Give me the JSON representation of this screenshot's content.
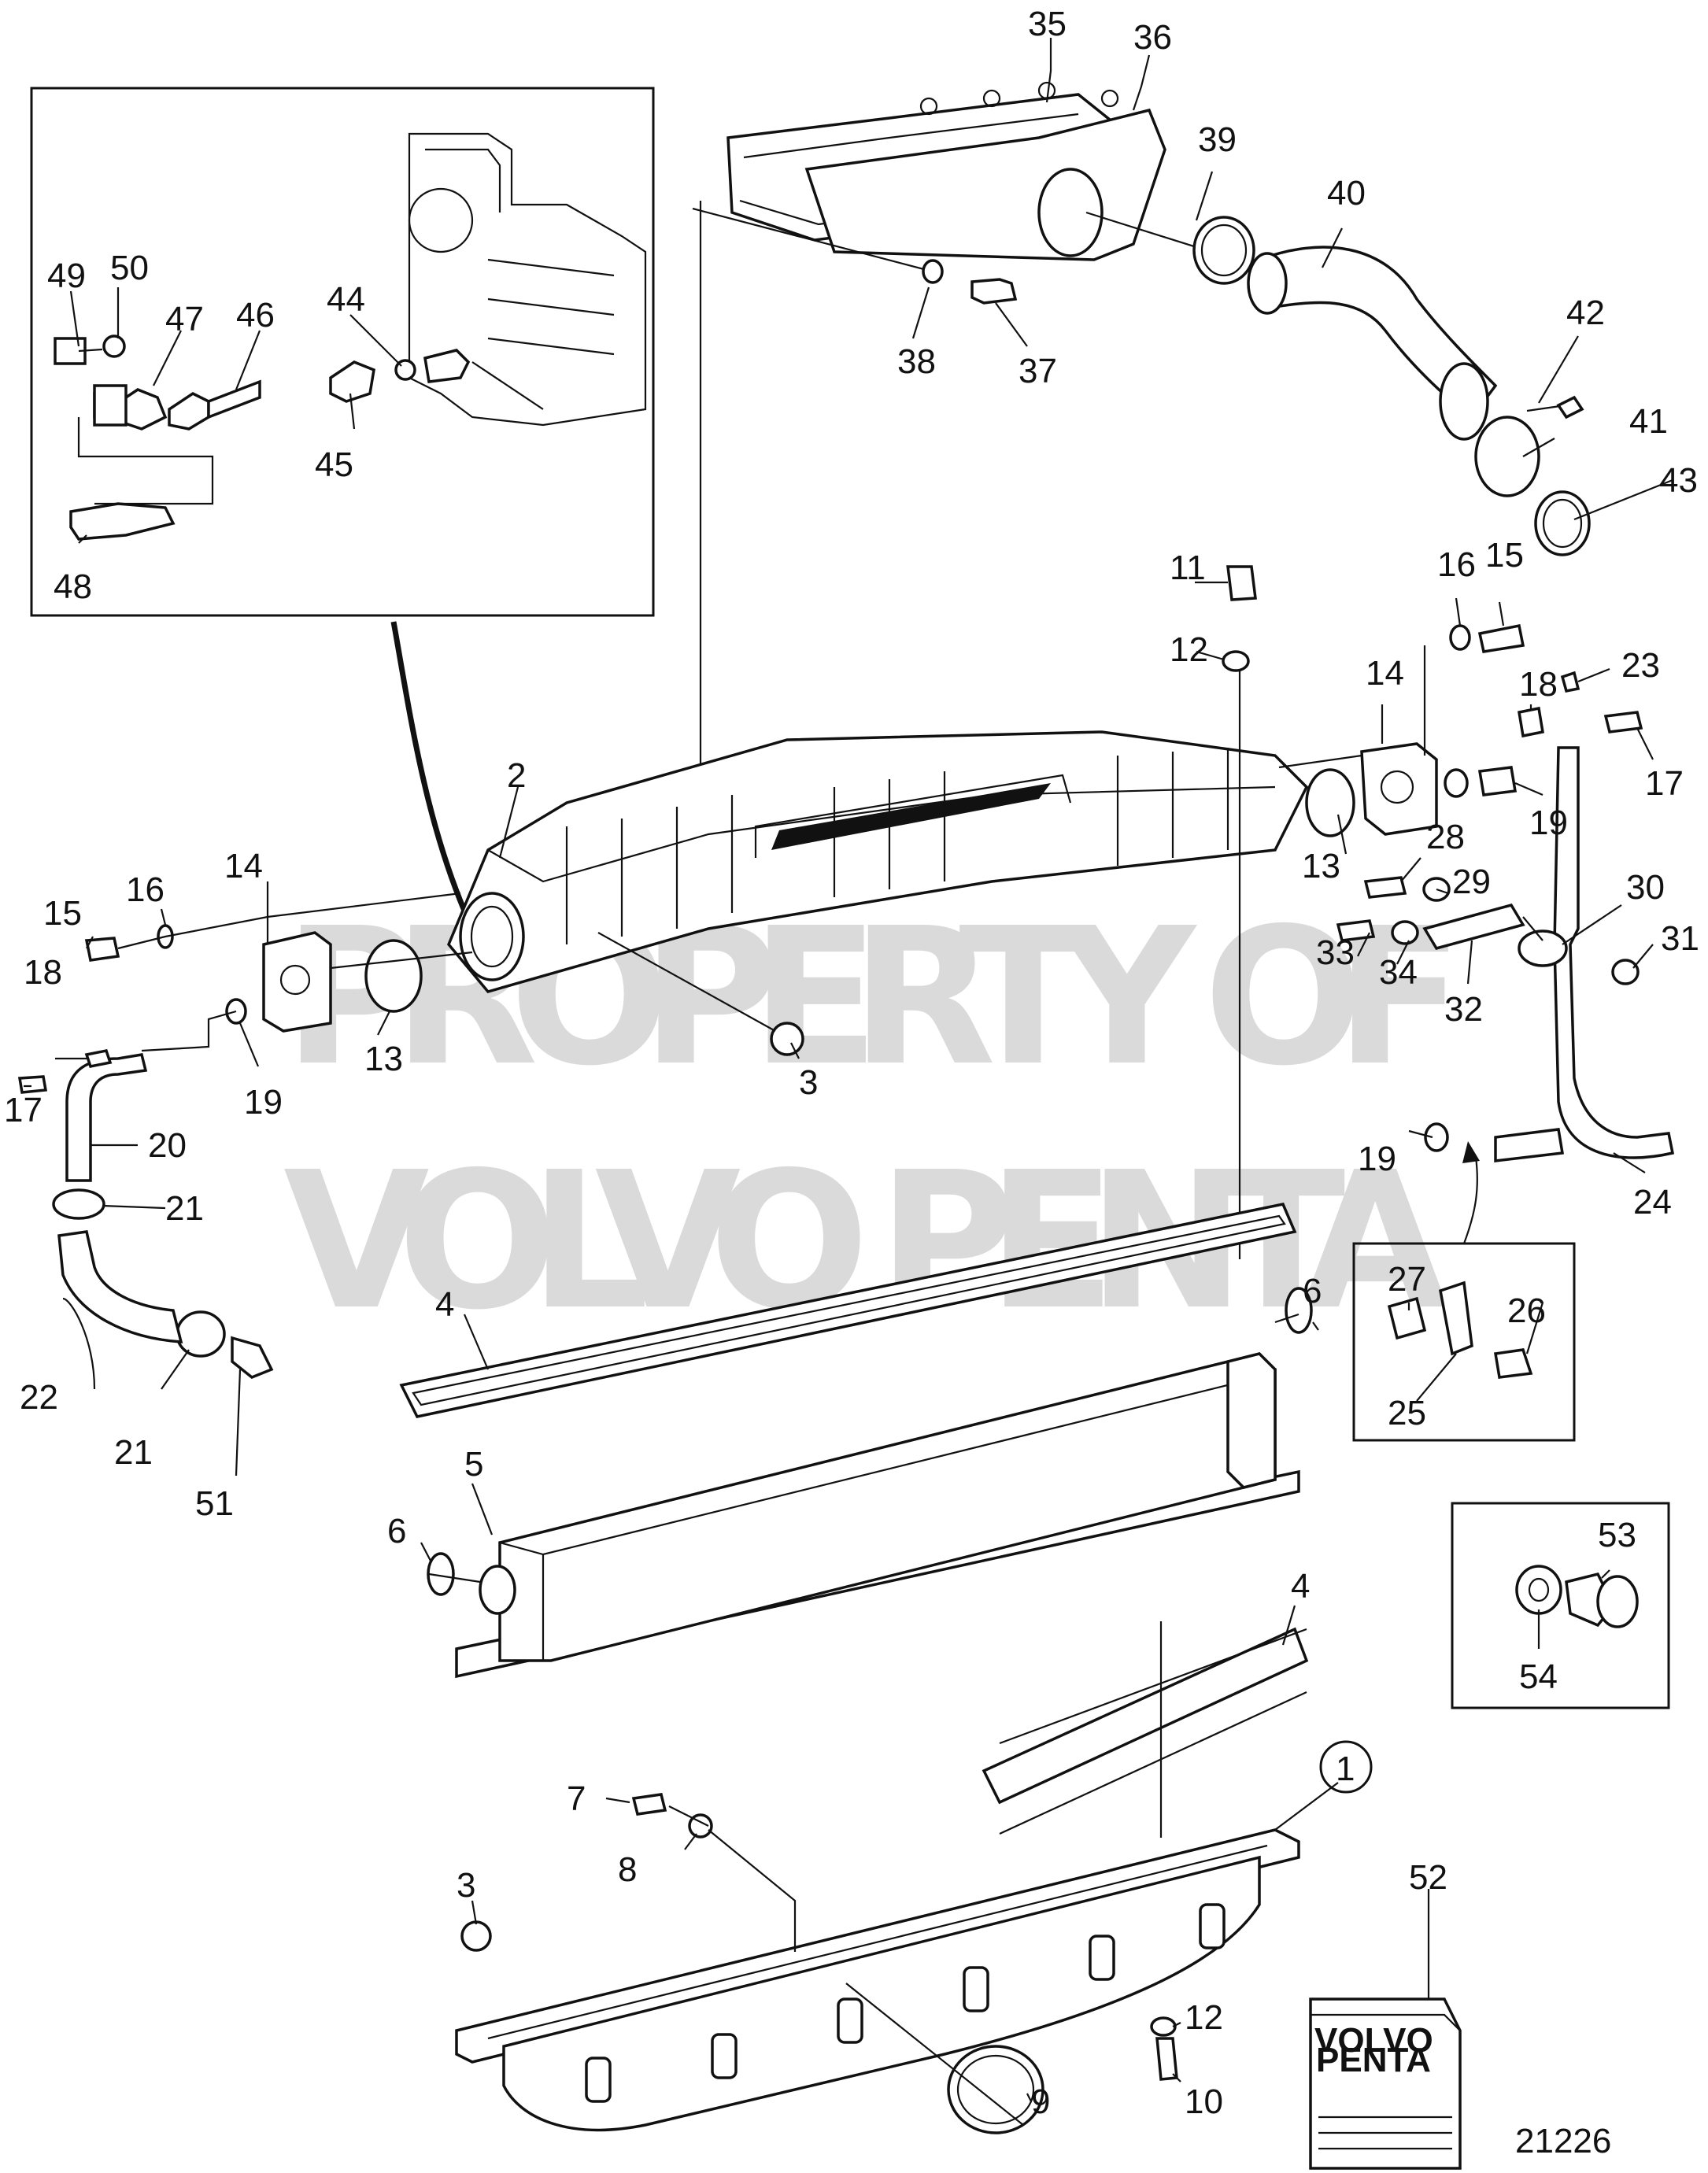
{
  "watermark": {
    "line1": "PROPERTY OF",
    "line2": "VOLVO PENTA"
  },
  "drawing_number": "21226",
  "kit_box_text": {
    "line1": "VOLVO",
    "line2": "PENTA"
  },
  "circled_part": "1",
  "part_numbers": [
    "2",
    "3",
    "3",
    "4",
    "4",
    "5",
    "6",
    "6",
    "7",
    "8",
    "9",
    "10",
    "11",
    "12",
    "12",
    "13",
    "13",
    "14",
    "14",
    "15",
    "15",
    "16",
    "16",
    "17",
    "17",
    "18",
    "18",
    "19",
    "19",
    "19",
    "20",
    "21",
    "21",
    "22",
    "23",
    "24",
    "25",
    "26",
    "27",
    "28",
    "29",
    "30",
    "31",
    "32",
    "33",
    "34",
    "35",
    "36",
    "37",
    "38",
    "39",
    "40",
    "41",
    "42",
    "43",
    "44",
    "45",
    "46",
    "47",
    "48",
    "49",
    "50",
    "51",
    "52",
    "53",
    "54"
  ]
}
